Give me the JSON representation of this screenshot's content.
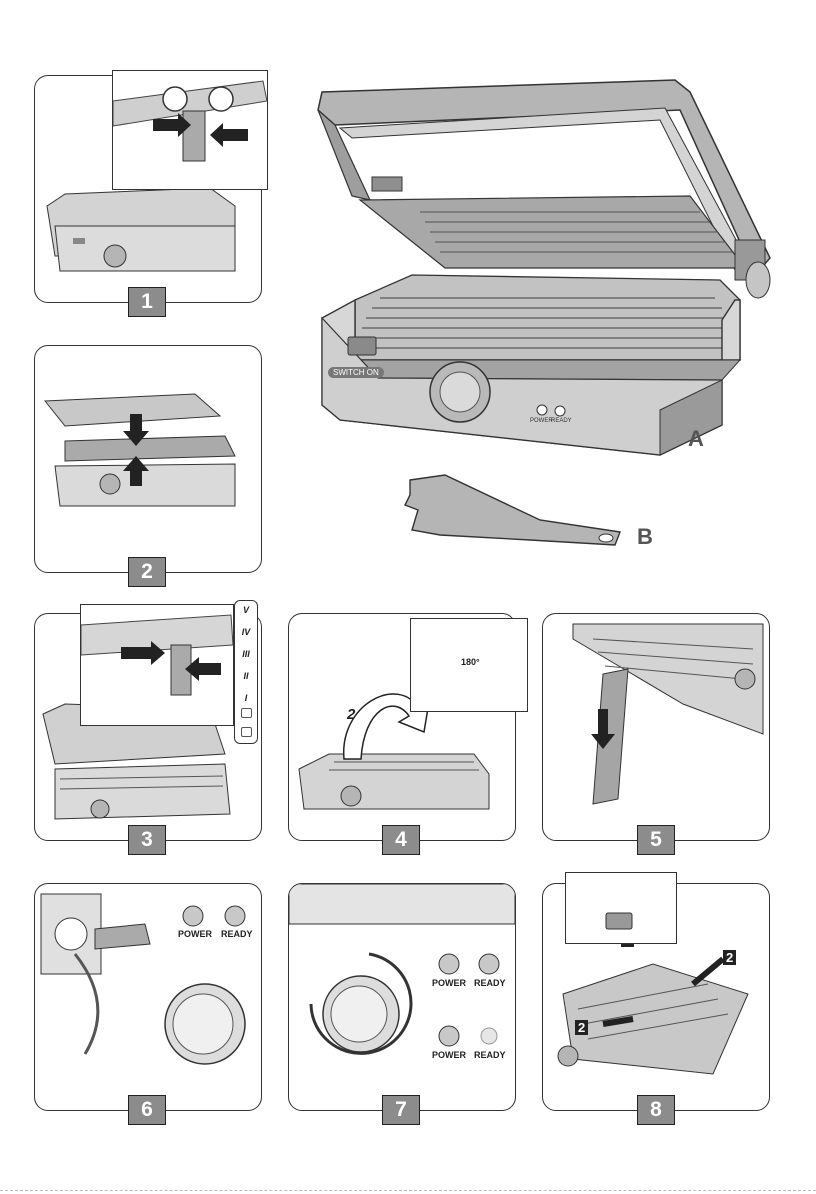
{
  "main_labels": {
    "appliance": "A",
    "scraper": "B",
    "switch_logo": "SWITCH ON",
    "power": "POWER",
    "ready": "READY"
  },
  "steps": [
    {
      "number": "1"
    },
    {
      "number": "2"
    },
    {
      "number": "3"
    },
    {
      "number": "4"
    },
    {
      "number": "5"
    },
    {
      "number": "6"
    },
    {
      "number": "7"
    },
    {
      "number": "8"
    }
  ],
  "step3_positions": [
    "V",
    "IV",
    "III",
    "II",
    "I"
  ],
  "step4": {
    "rotation_arrow": "2",
    "temperature_dial": "180°"
  },
  "step6_indicators": {
    "power": "POWER",
    "ready": "READY"
  },
  "step7_indicators": {
    "top_power": "POWER",
    "top_ready": "READY",
    "bottom_power": "POWER",
    "bottom_ready": "READY"
  },
  "step8": {
    "arrow_1": "1",
    "arrow_2a": "2",
    "arrow_2b": "2"
  },
  "colors": {
    "badge": "#8c8c8c",
    "line": "#333333",
    "metal": "#bdbdbd",
    "dark": "#555555"
  }
}
